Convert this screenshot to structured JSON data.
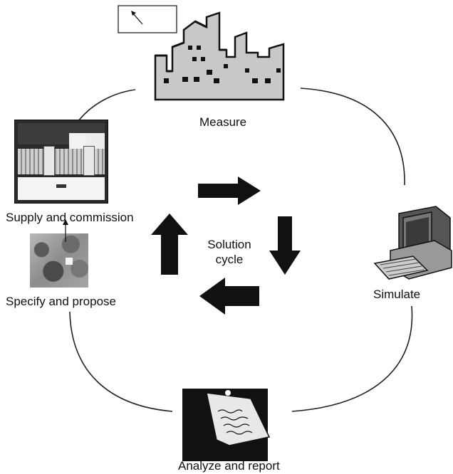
{
  "diagram": {
    "center": {
      "line1": "Solution",
      "line2": "cycle"
    },
    "steps": {
      "measure": "Measure",
      "simulate": "Simulate",
      "analyze": "Analyze and report",
      "specify": "Specify and propose",
      "supply": "Supply and commission"
    },
    "arrow_colors": {
      "fill": "#111111"
    },
    "icons": {
      "measure": "factory-icon",
      "simulate": "computer-icon",
      "analyze": "note-paper-icon",
      "specify": "meeting-photo",
      "supply": "electrical-panel-photo",
      "inset": "pointer-arrow-box"
    }
  }
}
